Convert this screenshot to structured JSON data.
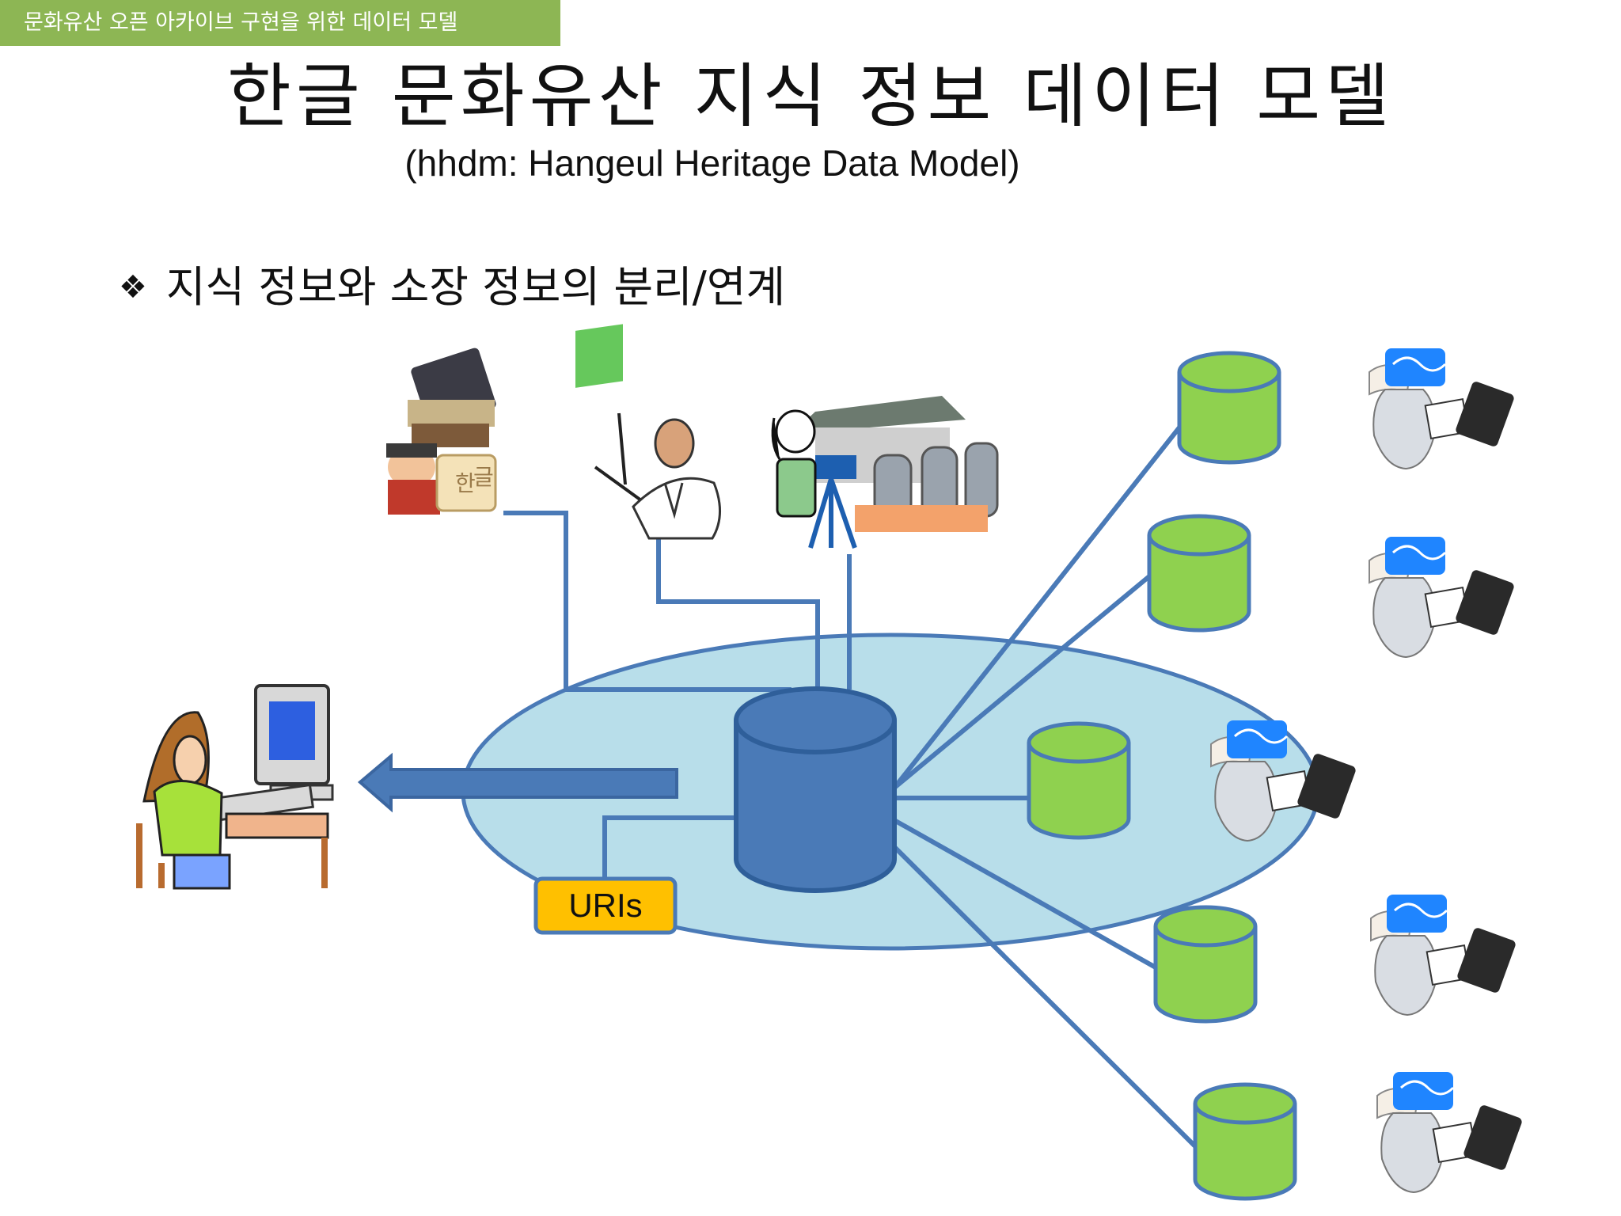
{
  "header": {
    "tag": "문화유산 오픈 아카이브 구현을 위한 데이터 모델"
  },
  "title": {
    "main": "한글 문화유산 지식 정보 데이터 모델",
    "sub": "(hhdm: Hangeul Heritage Data Model)"
  },
  "bullet": {
    "icon": "diamond-bullet-icon",
    "text": "지식 정보와 소장 정보의 분리/연계"
  },
  "diagram": {
    "uri_label": "URIs",
    "colors": {
      "ellipse_fill": "#b8deea",
      "ellipse_stroke": "#4a7ab7",
      "central_db": "#4a7ab7",
      "repository_db": "#8fd14f",
      "uri_box": "#ffc000",
      "connector": "#4a7ab7"
    },
    "icons": [
      "hangeul-books-icon",
      "teacher-presentation-icon",
      "cameraman-palace-icon",
      "user-computer-icon",
      "heritage-collection-icon"
    ]
  }
}
